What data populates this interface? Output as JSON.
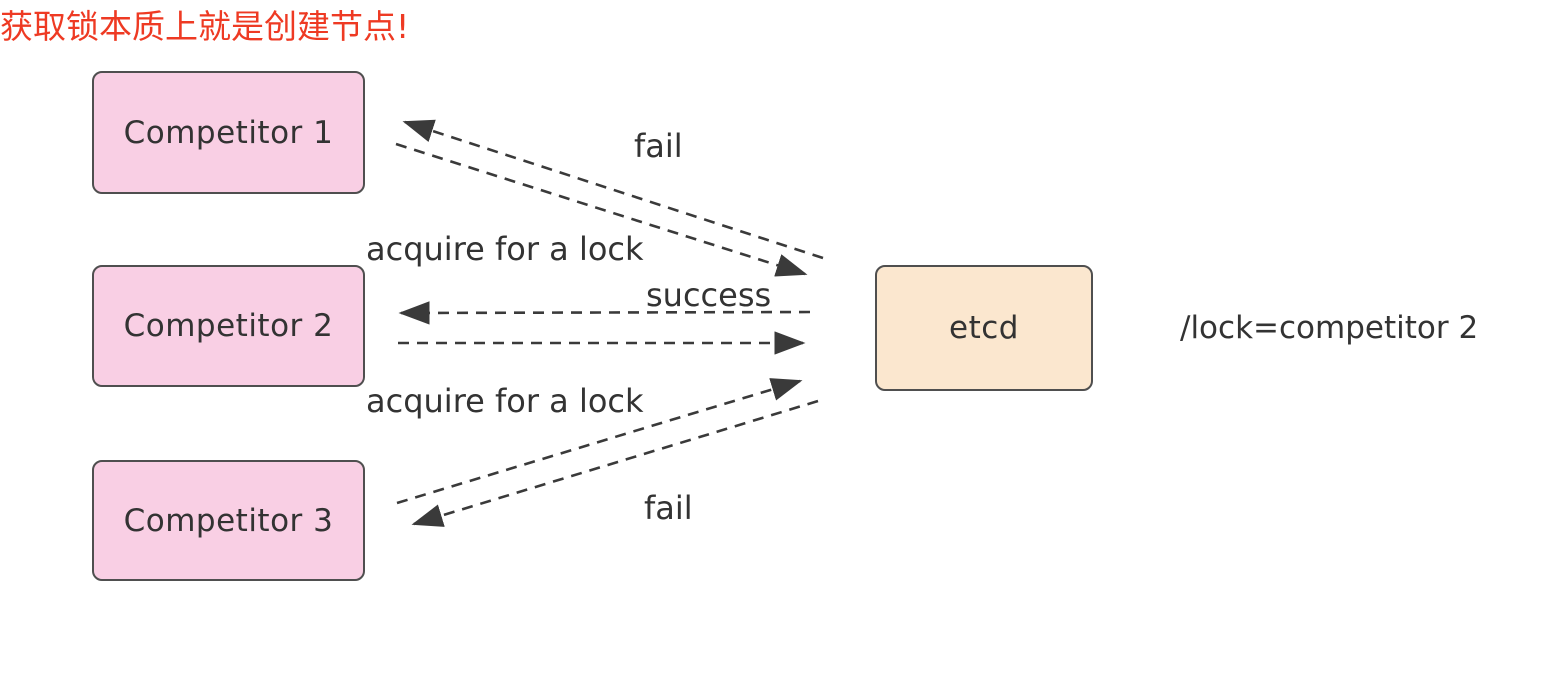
{
  "nodes": {
    "competitor1": {
      "label": "Competitor 1"
    },
    "competitor2": {
      "label": "Competitor 2"
    },
    "competitor3": {
      "label": "Competitor 3"
    },
    "etcd": {
      "label": "etcd"
    }
  },
  "edges": {
    "comp1_fail": {
      "label": "fail",
      "direction": "etcd-to-competitor1"
    },
    "comp1_acquire": {
      "label": "acquire for a lock",
      "direction": "competitor1-to-etcd"
    },
    "comp2_success": {
      "label": "success",
      "direction": "etcd-to-competitor2"
    },
    "comp2_acquire": {
      "label": "acquire for a lock",
      "direction": "competitor2-to-etcd"
    },
    "comp3_fail": {
      "label": "fail",
      "direction": "etcd-to-competitor3"
    }
  },
  "annotations": {
    "lock_entry": "/lock=competitor 2",
    "note": "获取锁本质上就是创建节点!"
  },
  "colors": {
    "competitor_fill": "#f9cfe4",
    "etcd_fill": "#fbe7cf",
    "border": "#4f4f4f",
    "text": "#333333",
    "arrow": "#3a3a3a",
    "note_red": "#ee3a23",
    "bg": "#ffffff"
  }
}
